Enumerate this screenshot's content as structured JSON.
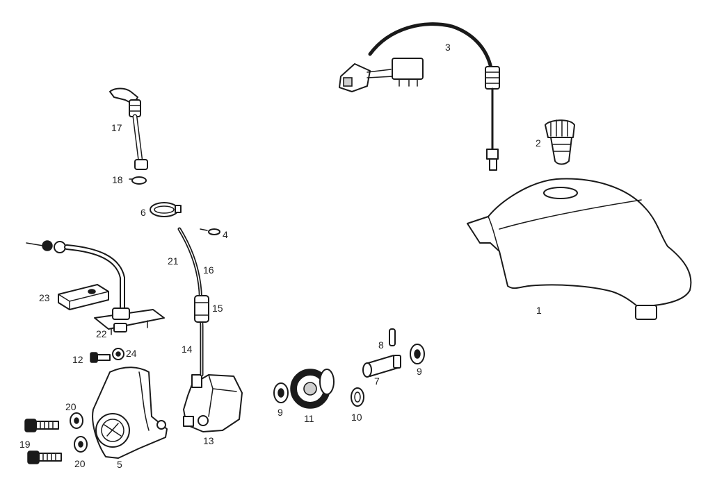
{
  "callouts": {
    "p1": "1",
    "p2": "2",
    "p3": "3",
    "p4": "4",
    "p5": "5",
    "p6": "6",
    "p7": "7",
    "p8": "8",
    "p9a": "9",
    "p9b": "9",
    "p10": "10",
    "p11": "11",
    "p12": "12",
    "p13": "13",
    "p14": "14",
    "p15": "15",
    "p16": "16",
    "p17": "17",
    "p18": "18",
    "p19": "19",
    "p20a": "20",
    "p20b": "20",
    "p21": "21",
    "p22": "22",
    "p23": "23",
    "p24": "24"
  }
}
